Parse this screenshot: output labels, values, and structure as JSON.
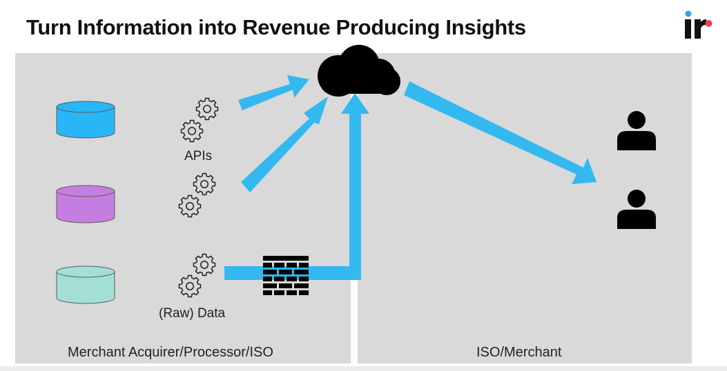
{
  "slide": {
    "title": "Turn Information into Revenue Producing Insights"
  },
  "labels": {
    "apis": "APIs",
    "raw_data": "(Raw) Data",
    "left_panel": "Merchant Acquirer/Processor/ISO",
    "right_panel": "ISO/Merchant"
  },
  "colors": {
    "arrow": "#33b8f0",
    "db_blue": "#29b6f6",
    "db_purple": "#c57ee0",
    "db_teal": "#a4dfd6",
    "panel": "#d9d9d9",
    "logo_blue": "#29a8e0",
    "logo_red": "#e84050"
  },
  "icons": [
    "database-icon",
    "gears-icon",
    "cloud-icon",
    "firewall-icon",
    "user-icon",
    "logo-icon"
  ]
}
